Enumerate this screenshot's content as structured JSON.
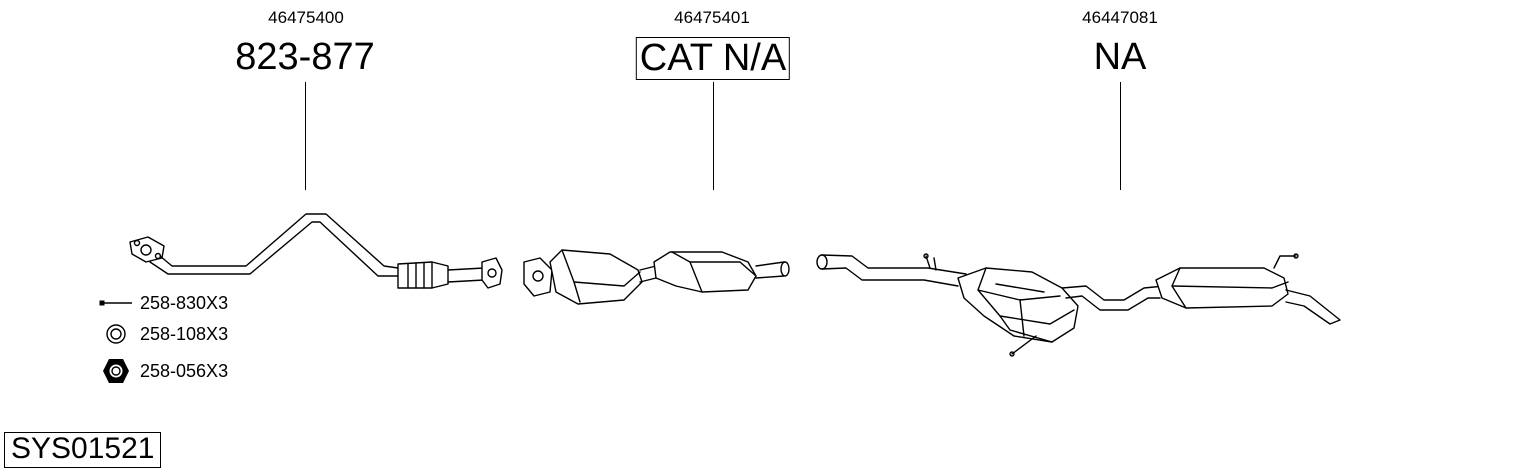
{
  "sections": [
    {
      "part_number": "46475400",
      "reference": "823-877",
      "boxed": false
    },
    {
      "part_number": "46475401",
      "reference": "CAT N/A",
      "boxed": true
    },
    {
      "part_number": "46447081",
      "reference": "NA",
      "boxed": false
    }
  ],
  "hardware": [
    {
      "icon": "bolt-icon",
      "label": "258-830X3"
    },
    {
      "icon": "ring-gasket-icon",
      "label": "258-108X3"
    },
    {
      "icon": "hex-nut-icon",
      "label": "258-056X3"
    }
  ],
  "system_code": "SYS01521"
}
